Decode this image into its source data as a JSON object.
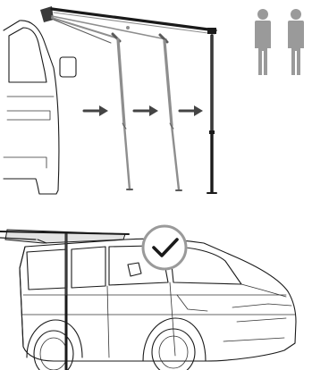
{
  "colors": {
    "line": "#1a1a1a",
    "pole": "#8e8e8e",
    "pole_dark": "#5a5a5a",
    "arrow": "#444444",
    "person": "#9a9a9a",
    "checkmark": "#1a1a1a",
    "checkmark_circle": "#9a9a9a",
    "awning_canvas": "#e3e3e3"
  },
  "illustration": {
    "step_one": {
      "arrows": 3,
      "support_poles": 3,
      "arrow_direction": "right"
    },
    "people_required": 2,
    "step_two": {
      "status": "complete"
    }
  }
}
